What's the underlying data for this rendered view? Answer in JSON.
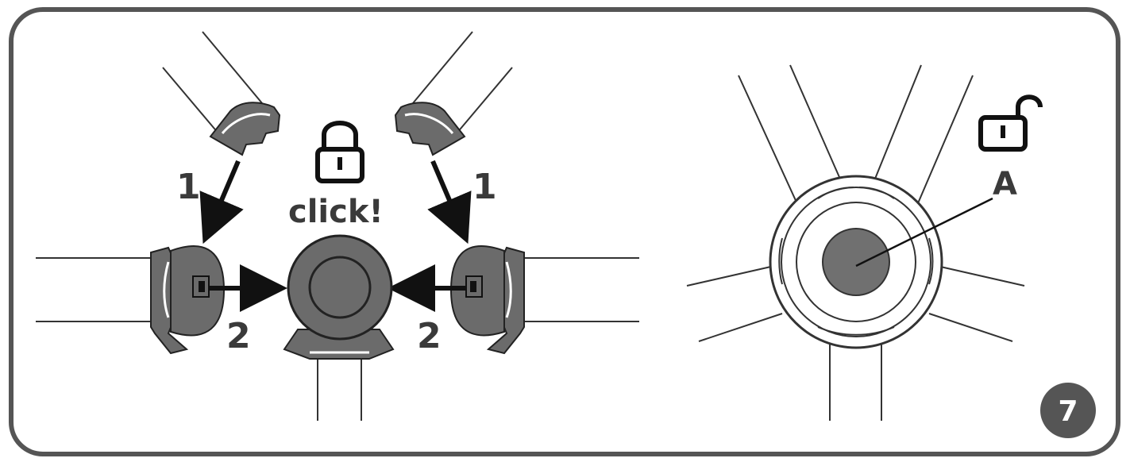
{
  "labels": {
    "step1_left": "1",
    "step1_right": "1",
    "step2_left": "2",
    "step2_right": "2",
    "click": "click!",
    "part_a": "A",
    "step_number": "7"
  },
  "icons": {
    "locked": "padlock-locked-icon",
    "unlocked": "padlock-unlocked-icon"
  },
  "colors": {
    "part_gray": "#6b6b6b",
    "hub_gray": "#707070",
    "line": "#333333",
    "frame": "#555555",
    "badge": "#555555"
  }
}
